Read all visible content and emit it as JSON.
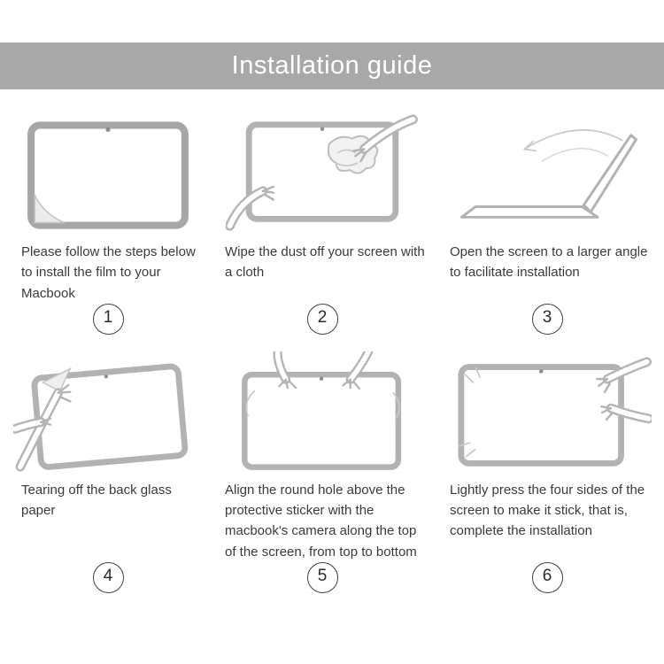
{
  "header": {
    "title": "Installation guide"
  },
  "colors": {
    "header_bg": "#a8a8a8",
    "header_text": "#ffffff",
    "caption_text": "#3a3a3a",
    "illustration_stroke": "#b2b2b2"
  },
  "steps": [
    {
      "number": "1",
      "caption": "Please follow the steps below to install the film to your Macbook",
      "illustration": "screen-with-peeling-film-icon"
    },
    {
      "number": "2",
      "caption": "Wipe the dust off your screen with a cloth",
      "illustration": "hands-wiping-screen-with-cloth-icon"
    },
    {
      "number": "3",
      "caption": "Open the screen to a larger angle to facilitate installation",
      "illustration": "laptop-opened-wide-angle-icon"
    },
    {
      "number": "4",
      "caption": "Tearing off the back glass paper",
      "illustration": "hands-tearing-back-paper-icon"
    },
    {
      "number": "5",
      "caption": "Align the round hole above the protective sticker with the macbook's camera along the top of the screen, from top to bottom",
      "illustration": "hands-aligning-film-on-screen-icon"
    },
    {
      "number": "6",
      "caption": "Lightly press the four sides of the screen to make it stick, that is, complete the installation",
      "illustration": "hands-pressing-screen-edges-icon"
    }
  ]
}
